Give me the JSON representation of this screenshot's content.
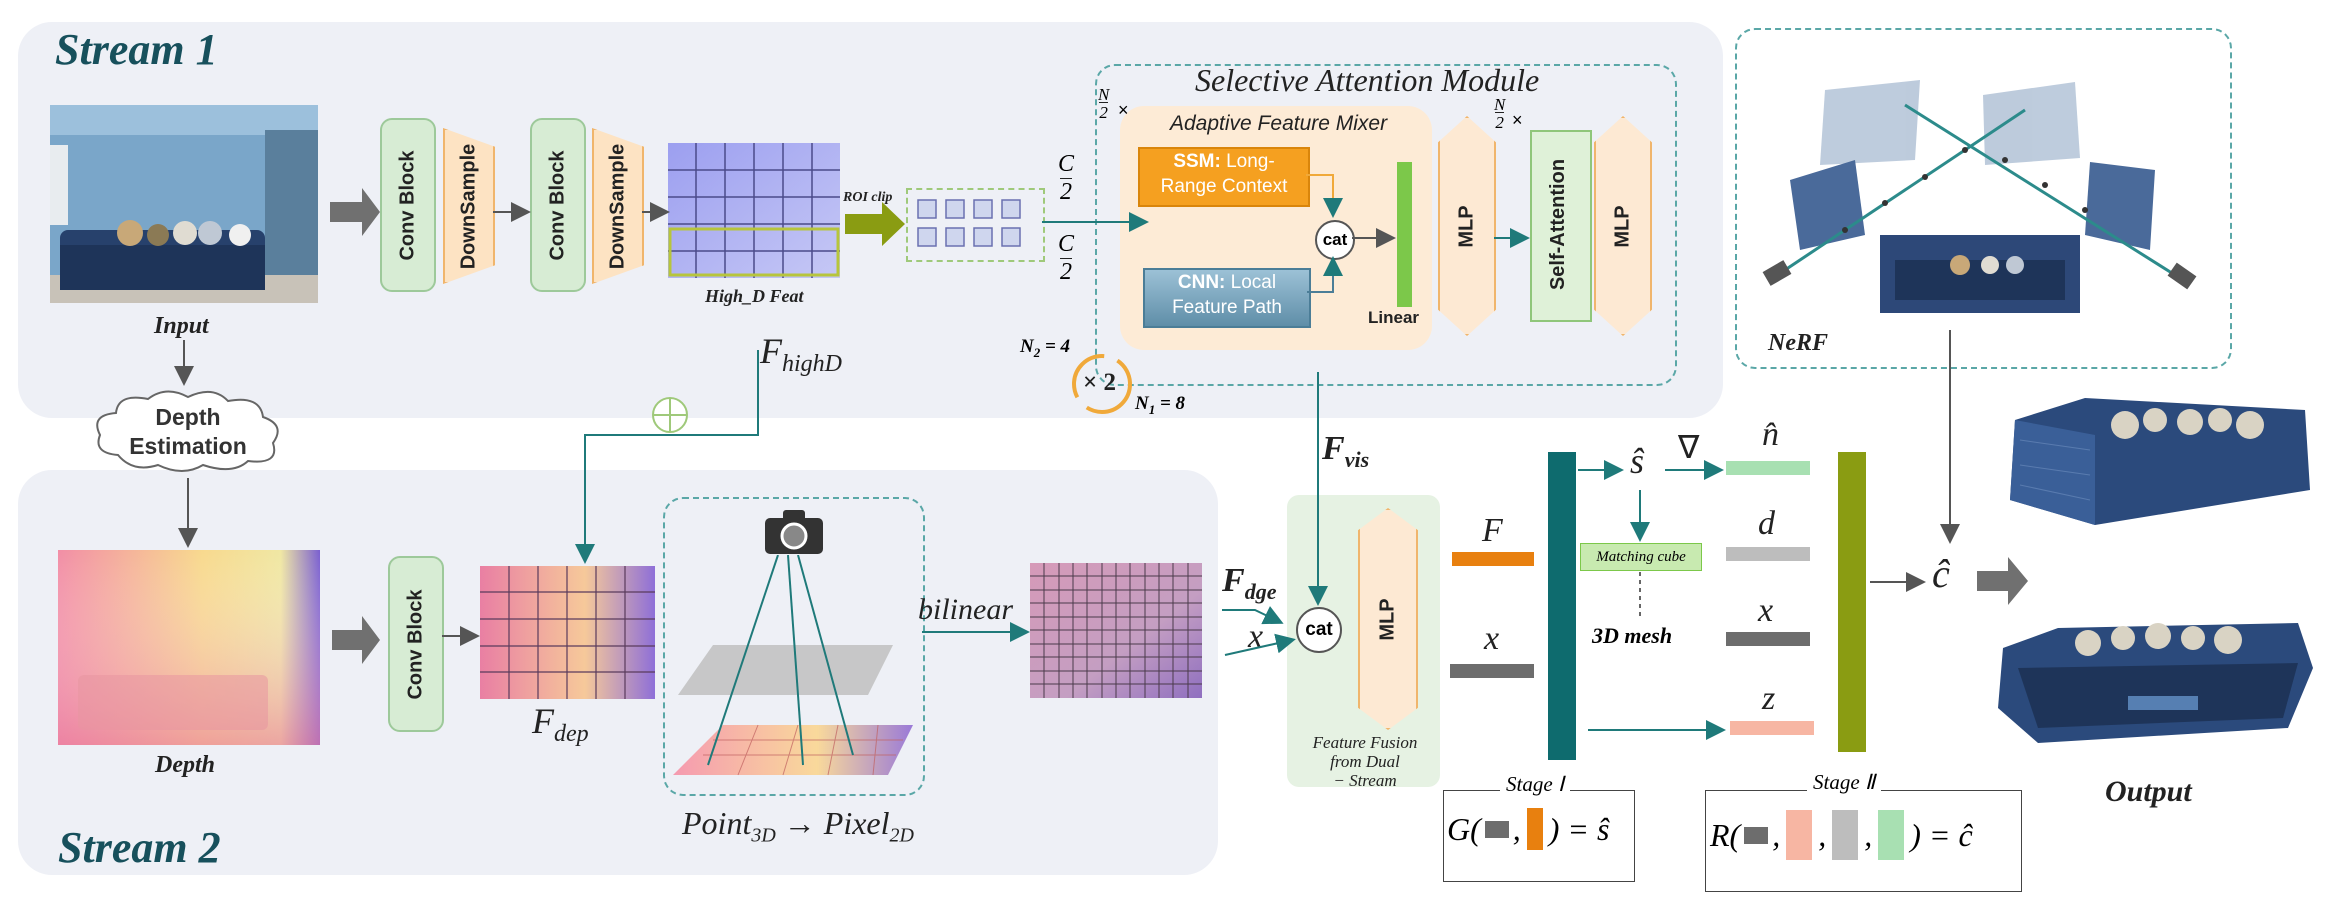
{
  "stream1": {
    "title": "Stream 1",
    "input_label": "Input",
    "conv_block": "Conv Block",
    "downsample": "DownSample",
    "high_d_feat": "High_D Feat",
    "roi_clip": "ROI clip",
    "f_highd": "F",
    "f_highd_sub": "highD"
  },
  "stream2": {
    "title": "Stream 2",
    "depth_label": "Depth",
    "conv_block": "Conv Block",
    "f_dep": "F",
    "f_dep_sub": "dep",
    "proj_point": "Point",
    "proj_point_sub": "3D",
    "proj_arrow": "→",
    "proj_pixel": "Pixel",
    "proj_pixel_sub": "2D",
    "bilinear": "bilinear"
  },
  "depth_estimation": {
    "line1": "Depth",
    "line2": "Estimation"
  },
  "sam": {
    "title": "Selective Attention Module",
    "n_over_2_top": "N",
    "n_over_2_bottom": "2",
    "times": "×",
    "mixer_title": "Adaptive Feature Mixer",
    "ssm_bold": "SSM:",
    "ssm_text1": " Long-",
    "ssm_text2": "Range Context",
    "cnn_bold": "CNN:",
    "cnn_text1": " Local",
    "cnn_text2": "Feature Path",
    "cat": "cat",
    "linear": "Linear",
    "mlp": "MLP",
    "self_attention": "Self-Attention",
    "mlp2": "MLP",
    "c_top": "C",
    "c_bottom": "2",
    "n2_eq": "N",
    "n2_sub": "2",
    "n2_val": " = 4",
    "loop": "× 2",
    "n1_eq": "N",
    "n1_sub": "1",
    "n1_val": " = 8"
  },
  "fusion": {
    "f_vis": "F",
    "f_vis_sub": "vis",
    "f_dge": "F",
    "f_dge_sub": "dge",
    "x": "x",
    "cat": "cat",
    "mlp": "MLP",
    "caption1": "Feature Fusion",
    "caption2": "from Dual",
    "caption3": "− Stream"
  },
  "stage": {
    "F": "F",
    "x": "x",
    "s_hat": "ŝ",
    "nabla": "∇",
    "n_hat": "n̂",
    "d": "d",
    "x2": "x",
    "z": "z",
    "matching_cube": "Matching cube",
    "mesh": "3D mesh",
    "stage1": "Stage Ⅰ",
    "stage2": "Stage Ⅱ",
    "g_eq_pre": "G(",
    "g_eq_sep": ",",
    "g_eq_post": ") = ŝ",
    "r_eq_pre": "R(",
    "r_eq_sep": ",",
    "r_eq_post": ") = ĉ"
  },
  "nerf": {
    "label": "NeRF"
  },
  "output": {
    "c_hat": "ĉ",
    "label": "Output"
  },
  "colors": {
    "teal": "#0e6b6e",
    "olive": "#8a9c12",
    "orange": "#e8800f",
    "gray": "#6d6d6d",
    "pink": "#f7b6a3",
    "light_gray": "#bdbdbd",
    "green": "#a8e0b2",
    "mlp_fill": "#fde9d3"
  }
}
